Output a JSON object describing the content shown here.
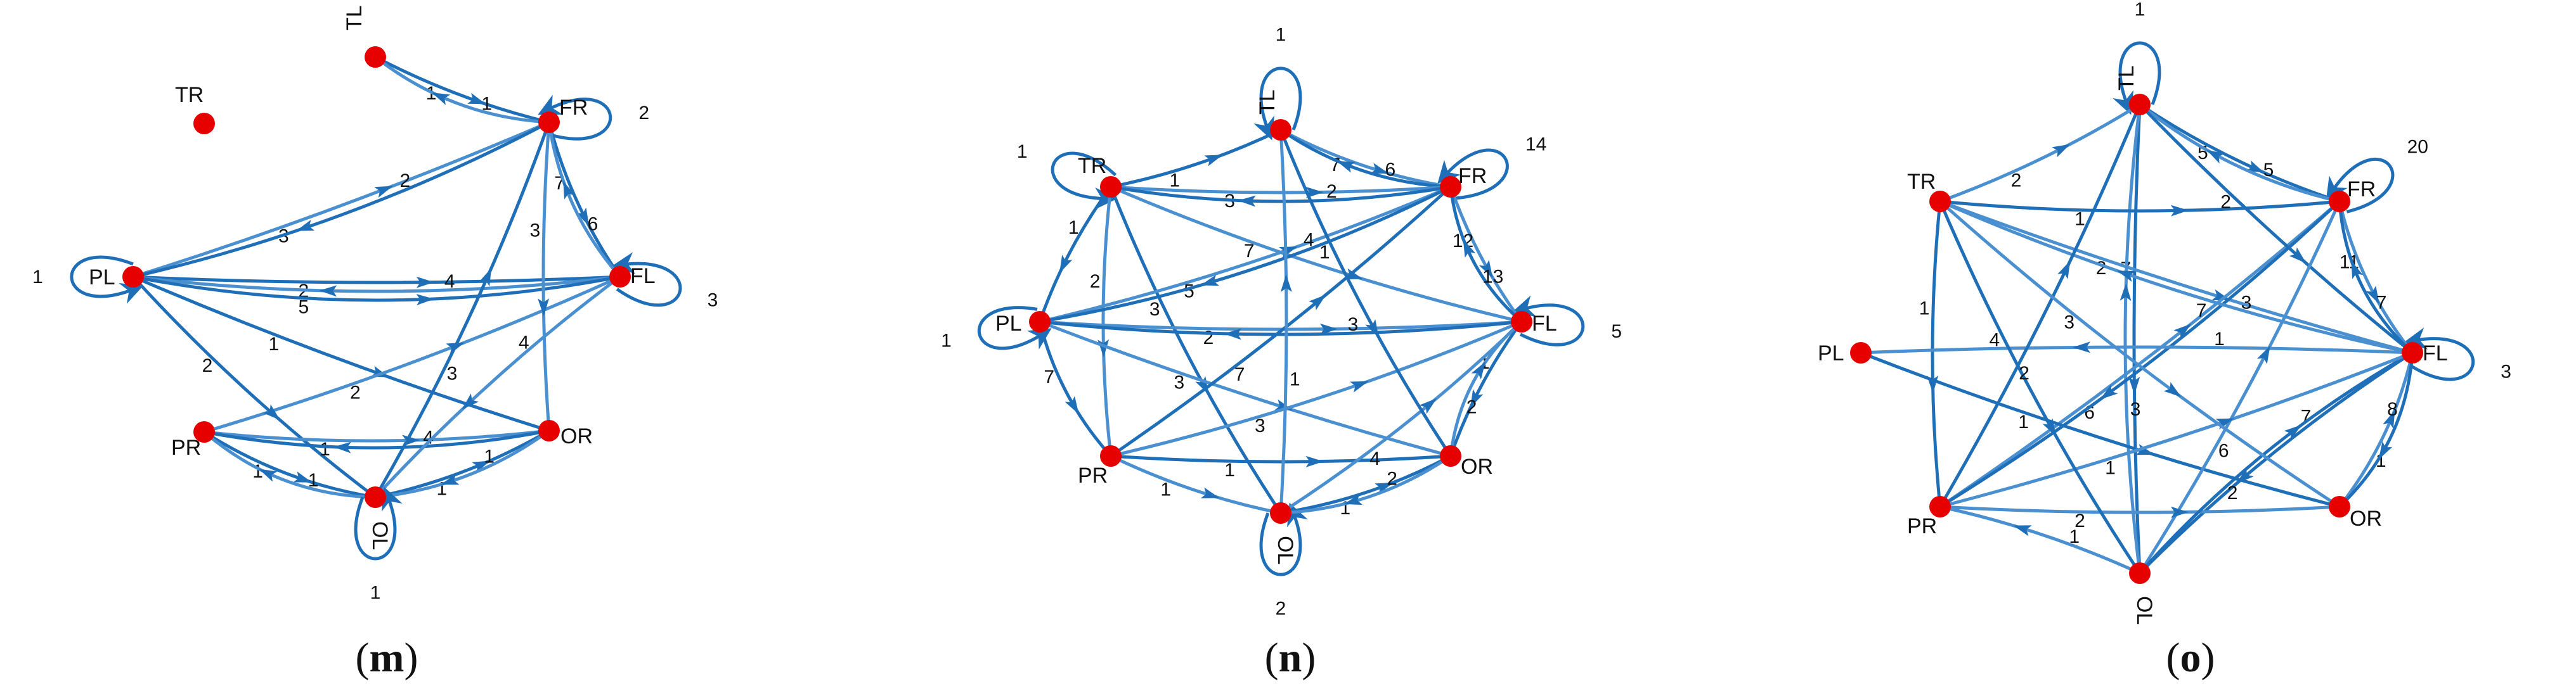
{
  "colors": {
    "node": "#e60000",
    "edge": "#1f6fb8",
    "edge_light": "#4a90d0",
    "text": "#111111"
  },
  "panels": [
    {
      "id": "m",
      "caption": {
        "open": "(",
        "letter": "m",
        "close": ")"
      },
      "nodes": [
        "TL",
        "TR",
        "FR",
        "FL",
        "OR",
        "OL",
        "PR",
        "PL"
      ],
      "edges": [
        {
          "from": "TL",
          "to": "FR",
          "label": "1"
        },
        {
          "from": "FR",
          "to": "TL",
          "label": "1"
        },
        {
          "from": "FR",
          "to": "FR",
          "label": "2"
        },
        {
          "from": "PL",
          "to": "FR",
          "label": "3"
        },
        {
          "from": "FR",
          "to": "PL",
          "label": "2"
        },
        {
          "from": "PL",
          "to": "PL",
          "label": "1"
        },
        {
          "from": "PL",
          "to": "FL",
          "label": "2"
        },
        {
          "from": "FL",
          "to": "PL",
          "label": "4"
        },
        {
          "from": "PL",
          "to": "FL",
          "label": "5"
        },
        {
          "from": "FL",
          "to": "FL",
          "label": "3"
        },
        {
          "from": "FR",
          "to": "FL",
          "label": "7"
        },
        {
          "from": "FL",
          "to": "FR",
          "label": "6"
        },
        {
          "from": "PL",
          "to": "OR",
          "label": "1"
        },
        {
          "from": "PR",
          "to": "FL",
          "label": "2"
        },
        {
          "from": "OL",
          "to": "FR",
          "label": "3"
        },
        {
          "from": "FR",
          "to": "OR",
          "label": "3"
        },
        {
          "from": "PL",
          "to": "OL",
          "label": "2"
        },
        {
          "from": "PR",
          "to": "OR",
          "label": "1"
        },
        {
          "from": "OR",
          "to": "PR",
          "label": "4"
        },
        {
          "from": "FL",
          "to": "OL",
          "label": "4"
        },
        {
          "from": "PR",
          "to": "OL",
          "label": "1"
        },
        {
          "from": "OL",
          "to": "PR",
          "label": "1"
        },
        {
          "from": "OL",
          "to": "OR",
          "label": "1"
        },
        {
          "from": "OR",
          "to": "OL",
          "label": "1"
        },
        {
          "from": "OL",
          "to": "OL",
          "label": "1"
        }
      ]
    },
    {
      "id": "n",
      "caption": {
        "open": "(",
        "letter": "n",
        "close": ")"
      },
      "nodes": [
        "TL",
        "TR",
        "FR",
        "FL",
        "OR",
        "OL",
        "PR",
        "PL"
      ],
      "edges": [
        {
          "from": "TL",
          "to": "TL",
          "label": "1"
        },
        {
          "from": "TR",
          "to": "TR",
          "label": "1"
        },
        {
          "from": "FR",
          "to": "FR",
          "label": "14"
        },
        {
          "from": "FL",
          "to": "FL",
          "label": "5"
        },
        {
          "from": "PL",
          "to": "PL",
          "label": "1"
        },
        {
          "from": "OL",
          "to": "OL",
          "label": "2"
        },
        {
          "from": "TR",
          "to": "TL",
          "label": "1"
        },
        {
          "from": "TL",
          "to": "FR",
          "label": "7"
        },
        {
          "from": "FR",
          "to": "TL",
          "label": "6"
        },
        {
          "from": "TR",
          "to": "FR",
          "label": "3"
        },
        {
          "from": "FR",
          "to": "TR",
          "label": "2"
        },
        {
          "from": "TR",
          "to": "FL",
          "label": "7"
        },
        {
          "from": "TR",
          "to": "PL",
          "label": "1"
        },
        {
          "from": "TR",
          "to": "PR",
          "label": "2"
        },
        {
          "from": "TR",
          "to": "OL",
          "label": "3"
        },
        {
          "from": "FR",
          "to": "FL",
          "label": "12"
        },
        {
          "from": "FL",
          "to": "FR",
          "label": "13"
        },
        {
          "from": "PL",
          "to": "FR",
          "label": "5"
        },
        {
          "from": "FR",
          "to": "PL",
          "label": "4"
        },
        {
          "from": "PL",
          "to": "FL",
          "label": "2"
        },
        {
          "from": "FL",
          "to": "PL",
          "label": "3"
        },
        {
          "from": "PL",
          "to": "OR",
          "label": "3"
        },
        {
          "from": "PR",
          "to": "FR",
          "label": "7"
        },
        {
          "from": "PR",
          "to": "FL",
          "label": "3"
        },
        {
          "from": "FL",
          "to": "OR",
          "label": "1"
        },
        {
          "from": "OR",
          "to": "FL",
          "label": "2"
        },
        {
          "from": "PL",
          "to": "PR",
          "label": "7"
        },
        {
          "from": "PR",
          "to": "OL",
          "label": "1"
        },
        {
          "from": "OL",
          "to": "OR",
          "label": "1"
        },
        {
          "from": "OR",
          "to": "OL",
          "label": "2"
        },
        {
          "from": "PR",
          "to": "OR",
          "label": "1"
        },
        {
          "from": "OL",
          "to": "FL",
          "label": "4"
        },
        {
          "from": "TL",
          "to": "OR",
          "label": "1"
        },
        {
          "from": "OL",
          "to": "TL",
          "label": "1"
        }
      ]
    },
    {
      "id": "o",
      "caption": {
        "open": "(",
        "letter": "o",
        "close": ")"
      },
      "nodes": [
        "TL",
        "TR",
        "FR",
        "FL",
        "OR",
        "OL",
        "PR",
        "PL"
      ],
      "edges": [
        {
          "from": "TL",
          "to": "TL",
          "label": "1"
        },
        {
          "from": "FR",
          "to": "FR",
          "label": "20"
        },
        {
          "from": "FL",
          "to": "FL",
          "label": "3"
        },
        {
          "from": "TR",
          "to": "TL",
          "label": "2"
        },
        {
          "from": "TL",
          "to": "FR",
          "label": "5"
        },
        {
          "from": "FR",
          "to": "TL",
          "label": "5"
        },
        {
          "from": "TL",
          "to": "OL",
          "label": "7"
        },
        {
          "from": "OL",
          "to": "TL",
          "label": "3"
        },
        {
          "from": "TR",
          "to": "FR",
          "label": "1"
        },
        {
          "from": "TR",
          "to": "FL",
          "label": "2"
        },
        {
          "from": "TR",
          "to": "PR",
          "label": "1"
        },
        {
          "from": "FR",
          "to": "FL",
          "label": "11"
        },
        {
          "from": "FL",
          "to": "FR",
          "label": "7"
        },
        {
          "from": "PR",
          "to": "FR",
          "label": "6"
        },
        {
          "from": "FR",
          "to": "PR",
          "label": "7"
        },
        {
          "from": "FL",
          "to": "PL",
          "label": "1"
        },
        {
          "from": "PL",
          "to": "OR",
          "label": "1"
        },
        {
          "from": "FL",
          "to": "TR",
          "label": "3"
        },
        {
          "from": "TL",
          "to": "FL",
          "label": "2"
        },
        {
          "from": "OL",
          "to": "FR",
          "label": "6"
        },
        {
          "from": "FL",
          "to": "OL",
          "label": "7"
        },
        {
          "from": "PR",
          "to": "OR",
          "label": "2"
        },
        {
          "from": "OL",
          "to": "FL",
          "label": "2"
        },
        {
          "from": "OR",
          "to": "FL",
          "label": "1"
        },
        {
          "from": "FL",
          "to": "OR",
          "label": "8"
        },
        {
          "from": "PR",
          "to": "FL",
          "label": "1"
        },
        {
          "from": "TR",
          "to": "OL",
          "label": "4"
        },
        {
          "from": "OL",
          "to": "PR",
          "label": "1"
        },
        {
          "from": "PR",
          "to": "TL",
          "label": "2"
        },
        {
          "from": "TR",
          "to": "OR",
          "label": "3"
        }
      ]
    }
  ]
}
